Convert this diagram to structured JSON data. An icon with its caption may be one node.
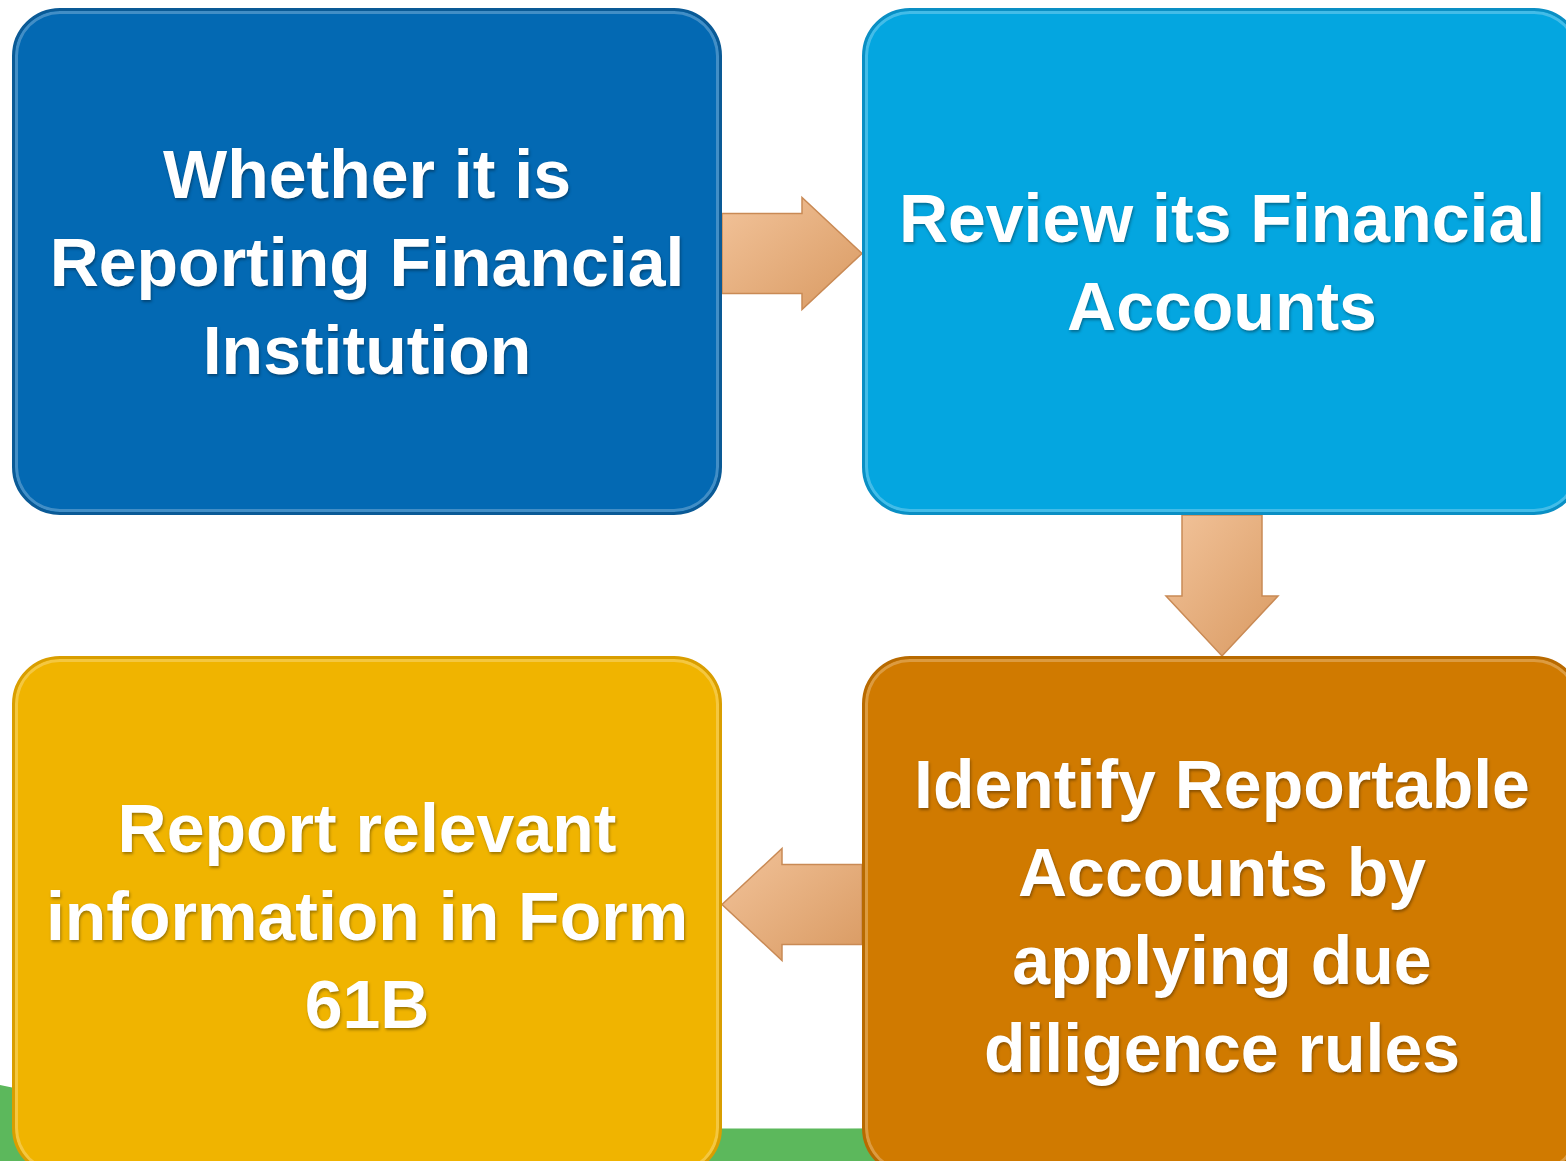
{
  "diagram": {
    "nodes": [
      {
        "text": [
          "Whether it is Reporting Financial Institution"
        ]
      },
      {
        "text": [
          "Review its Financial Accounts"
        ]
      },
      {
        "text": [
          "Report relevant information in Form 61B"
        ]
      },
      {
        "text": [
          "Identify Reportable Accounts by applying due diligence rules"
        ]
      }
    ],
    "edges": [
      {
        "from": 0,
        "to": 1,
        "arrow": "to"
      },
      {
        "from": 1,
        "to": 3,
        "arrow": "to"
      },
      {
        "from": 3,
        "to": 2,
        "arrow": "to"
      }
    ]
  }
}
